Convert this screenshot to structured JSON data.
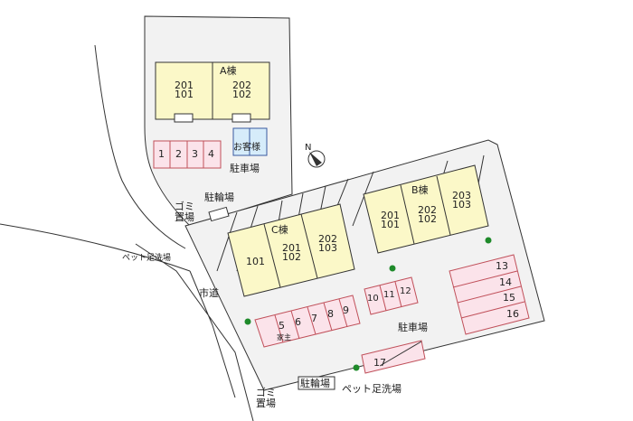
{
  "buildings": {
    "a": {
      "name": "A棟",
      "units": [
        "201\n101",
        "202\n102"
      ],
      "u1a": "201",
      "u1b": "101",
      "u2a": "202",
      "u2b": "102"
    },
    "b": {
      "name": "B棟",
      "u1a": "201",
      "u1b": "101",
      "u2a": "202",
      "u2b": "102",
      "u3a": "203",
      "u3b": "103"
    },
    "c": {
      "name": "C棟",
      "u1": "101",
      "u2a": "201",
      "u2b": "102",
      "u3a": "202",
      "u3b": "103"
    }
  },
  "labels": {
    "parking": "駐車場",
    "bicycle": "駐輪場",
    "garbage1": "ゴミ",
    "garbage2": "置場",
    "pet_wash": "ペット足洗場",
    "city_road": "市道",
    "guest_parking": "お客様",
    "owner": "家主"
  },
  "parking_slots": [
    "1",
    "2",
    "3",
    "4",
    "5",
    "6",
    "7",
    "8",
    "9",
    "10",
    "11",
    "12",
    "13",
    "14",
    "15",
    "16",
    "17"
  ],
  "colors": {
    "building": "#fbf8c8",
    "parking": "#fbe3ea",
    "parking_border": "#c0505a",
    "guest": "#d6ecfa",
    "ground": "#f2f2f2",
    "tree": "#1e8a2a"
  }
}
